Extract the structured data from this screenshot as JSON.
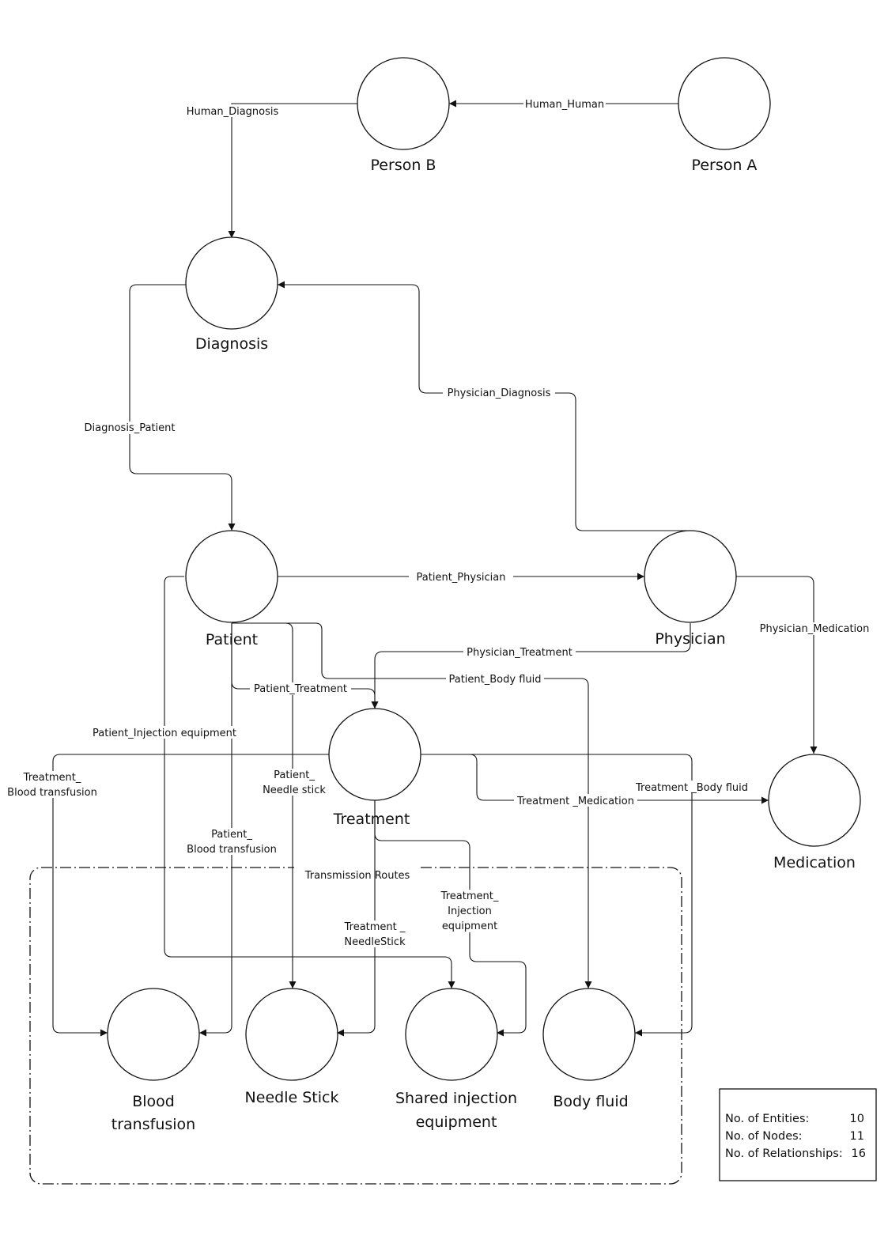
{
  "nodes": {
    "person_b": "Person B",
    "person_a": "Person A",
    "diagnosis": "Diagnosis",
    "patient": "Patient",
    "physician": "Physician",
    "treatment": "Treatment",
    "medication": "Medication",
    "blood_transfusion": [
      "Blood",
      "transfusion"
    ],
    "needle_stick": "Needle Stick",
    "shared_injection": [
      "Shared injection",
      "equipment"
    ],
    "body_fluid": "Body fluid"
  },
  "edges": {
    "human_human": "Human_Human",
    "human_diagnosis": "Human_Diagnosis",
    "diagnosis_patient": "Diagnosis_Patient",
    "physician_diagnosis": "Physician_Diagnosis",
    "patient_physician": "Patient_Physician",
    "physician_medication": "Physician_Medication",
    "physician_treatment": "Physician_Treatment",
    "patient_body_fluid": "Patient_Body fluid",
    "patient_treatment": "Patient_Treatment",
    "patient_injection_equipment": "Patient_Injection equipment",
    "treatment_blood_transfusion": [
      "Treatment_",
      "Blood transfusion"
    ],
    "patient_needle_stick": [
      "Patient_",
      "Needle stick"
    ],
    "treatment_body_fluid": "Treatment _Body fluid",
    "treatment_medication": "Treatment _Medication",
    "patient_blood_transfusion": [
      "Patient_",
      "Blood transfusion"
    ],
    "treatment_injection_equipment": [
      "Treatment_",
      "Injection",
      "equipment"
    ],
    "treatment_needlestick": [
      "Treatment _",
      "NeedleStick"
    ]
  },
  "group": {
    "title": "Transmission Routes"
  },
  "stats": {
    "entities_label": "No. of Entities:",
    "entities_value": "10",
    "nodes_label": "No. of Nodes:",
    "nodes_value": "11",
    "relationships_label": "No. of Relationships:",
    "relationships_value": "16"
  }
}
